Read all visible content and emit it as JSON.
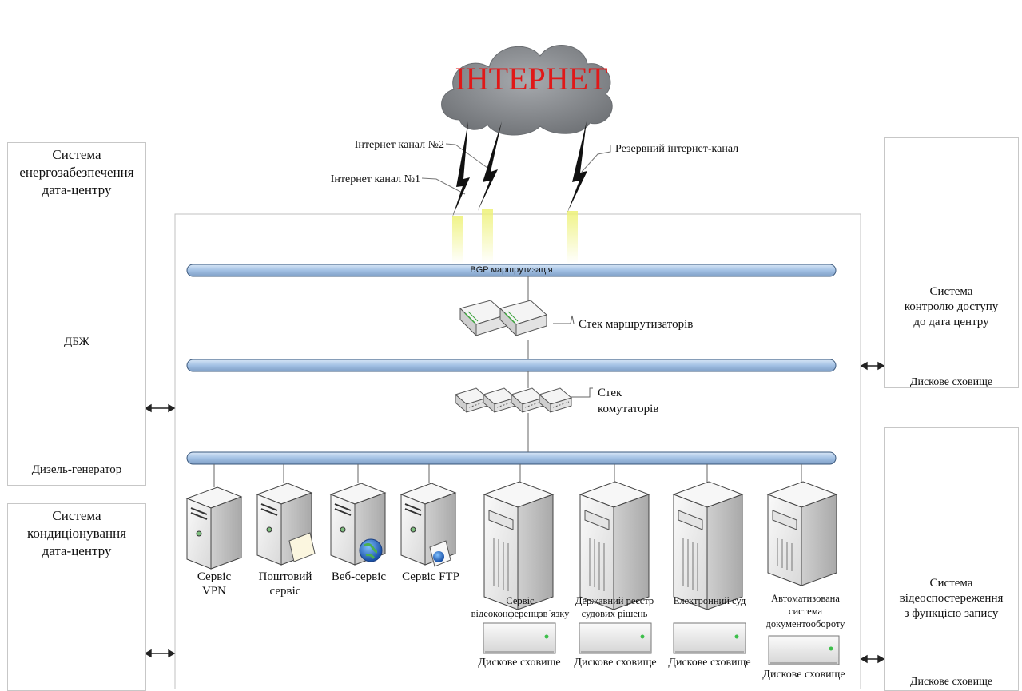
{
  "internet": {
    "label": "ІНТЕРНЕТ"
  },
  "channels": {
    "ch1": "Інтернет канал №1",
    "ch2": "Інтернет канал №2",
    "reserve": "Резервний інтернет-канал"
  },
  "bus": {
    "bgp": "BGP маршрутизація"
  },
  "stacks": {
    "routers": "Стек маршрутизаторів",
    "switches_1": "Стек",
    "switches_2": "комутаторів"
  },
  "power": {
    "title_1": "Система",
    "title_2": "енергозабезпечення",
    "title_3": "дата-центру",
    "ups": "ДБЖ",
    "generator": "Дизель-генератор"
  },
  "cooling": {
    "title_1": "Система",
    "title_2": "кондиціонування",
    "title_3": "дата-центру"
  },
  "access": {
    "title_1": "Система",
    "title_2": "контролю доступу",
    "title_3": "до дата центру",
    "storage": "Дискове сховище"
  },
  "video": {
    "title_1": "Система",
    "title_2": "відеоспостереження",
    "title_3": "з функцією запису",
    "storage": "Дискове сховище"
  },
  "services": {
    "vpn_1": "Сервіс",
    "vpn_2": "VPN",
    "mail_1": "Поштовий",
    "mail_2": "сервіс",
    "web": "Веб-сервіс",
    "ftp": "Сервіс FTP",
    "vc_1": "Сервіс",
    "vc_2": "відеоконференцзв`язку",
    "reg_1": "Державний реєстр",
    "reg_2": "судових рішень",
    "court": "Електронний суд",
    "doc_1": "Автоматизована",
    "doc_2": "система",
    "doc_3": "документообороту",
    "storage": "Дискове сховище"
  },
  "colors": {
    "internet_text": "#e01818",
    "bus_fill": "#a9c5e6",
    "bolt_glow": "#d8e84a",
    "cloud": "#8f9296"
  }
}
